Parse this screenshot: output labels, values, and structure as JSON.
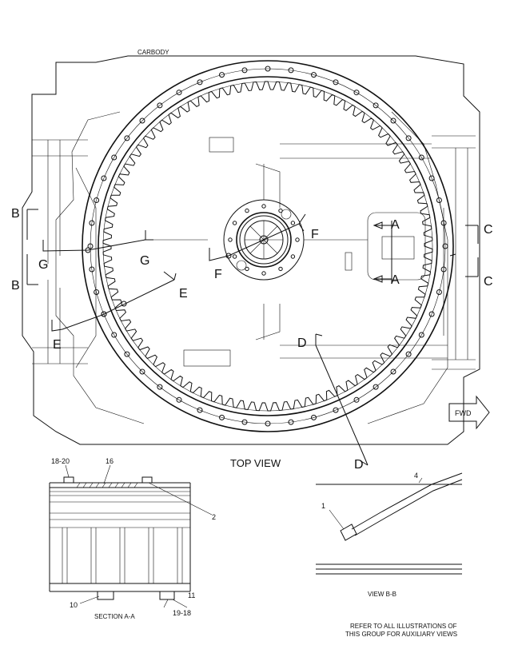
{
  "top_view": {
    "carbody_label": "CARBODY",
    "title": "TOP VIEW",
    "fwd_label": "FWD",
    "section_labels": {
      "a_top": "A",
      "a_bottom": "A",
      "b_top": "B",
      "b_bottom": "B",
      "c_top": "C",
      "c_bottom": "C",
      "d_top": "D",
      "d_bottom": "D",
      "e_left": "E",
      "e_right": "E",
      "f_left": "F",
      "f_right": "F",
      "g_left": "G",
      "g_right": "G"
    }
  },
  "section_a": {
    "title": "SECTION A-A",
    "callouts": {
      "c1820": "18-20",
      "c16": "16",
      "c2": "2",
      "c10": "10",
      "c11": "11",
      "c1918": "19-18"
    }
  },
  "view_b": {
    "title": "VIEW B-B",
    "callouts": {
      "c1": "1",
      "c4": "4"
    }
  },
  "note": {
    "line1": "REFER TO ALL ILLUSTRATIONS OF",
    "line2": "THIS GROUP FOR AUXILIARY VIEWS"
  }
}
